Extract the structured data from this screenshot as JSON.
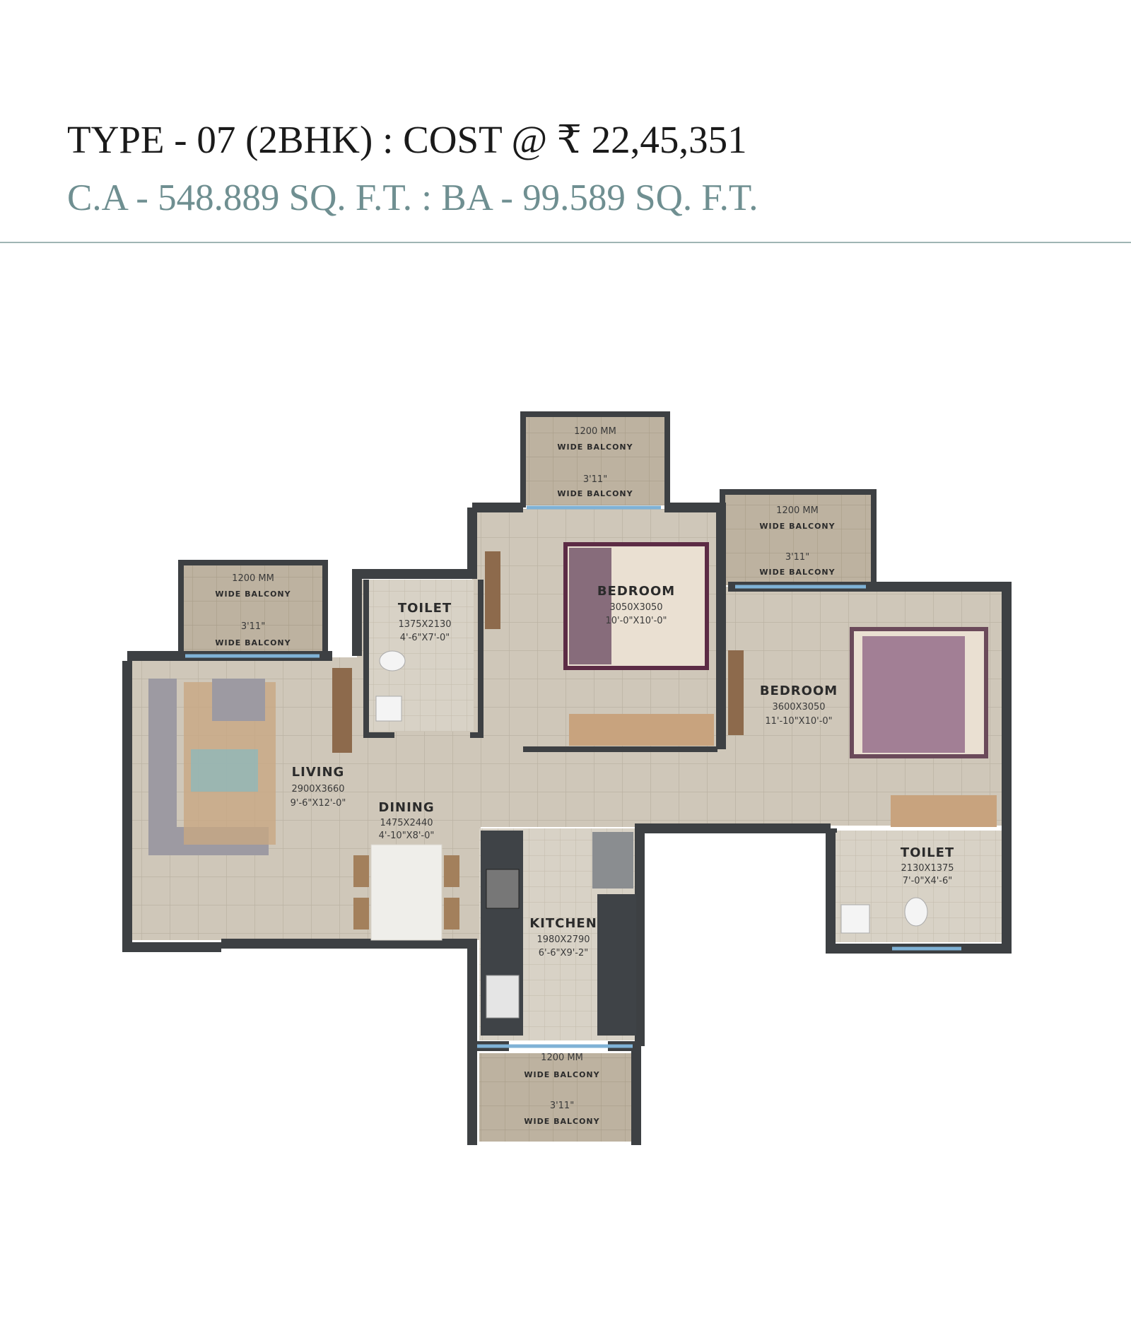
{
  "header": {
    "title": "TYPE - 07 (2BHK) : COST @ ₹ 22,45,351",
    "subtitle": "C.A - 548.889 SQ. F.T. : BA - 99.589 SQ. F.T."
  },
  "rooms": {
    "living": {
      "name": "LIVING",
      "mm": "2900X3660",
      "ft": "9'-6\"X12'-0\""
    },
    "dining": {
      "name": "DINING",
      "mm": "1475X2440",
      "ft": "4'-10\"X8'-0\""
    },
    "kitchen": {
      "name": "KITCHEN",
      "mm": "1980X2790",
      "ft": "6'-6\"X9'-2\""
    },
    "toilet_1": {
      "name": "TOILET",
      "mm": "1375X2130",
      "ft": "4'-6\"X7'-0\""
    },
    "toilet_2": {
      "name": "TOILET",
      "mm": "2130X1375",
      "ft": "7'-0\"X4'-6\""
    },
    "bedroom_1": {
      "name": "BEDROOM",
      "mm": "3050X3050",
      "ft": "10'-0\"X10'-0\""
    },
    "bedroom_2": {
      "name": "BEDROOM",
      "mm": "3600X3050",
      "ft": "11'-10\"X10'-0\""
    }
  },
  "balcony": {
    "mm": "1200 MM",
    "wide": "WIDE BALCONY",
    "ft": "3'11\""
  },
  "colors": {
    "wall": "#3d4043",
    "floor": "#cfc7b9",
    "tile_line": "#bdb4a5",
    "subtitle": "#6f8f91"
  }
}
